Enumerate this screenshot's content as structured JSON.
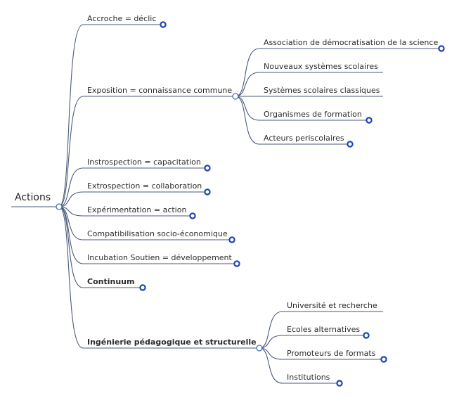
{
  "root": {
    "label": "Actions"
  },
  "branches": [
    {
      "label": "Accroche = déclic",
      "bold": false,
      "collapsed": true
    },
    {
      "label": "Exposition = connaissance commune",
      "bold": false,
      "collapsed": false,
      "children": [
        {
          "label": "Association de démocratisation de la science",
          "collapsed": true
        },
        {
          "label": "Nouveaux systèmes scolaires",
          "collapsed": false
        },
        {
          "label": "Systèmes scolaires classiques",
          "collapsed": false
        },
        {
          "label": "Organismes de formation",
          "collapsed": true
        },
        {
          "label": "Acteurs periscolaires",
          "collapsed": true
        }
      ]
    },
    {
      "label": "Instrospection = capacitation",
      "bold": false,
      "collapsed": true
    },
    {
      "label": "Extrospection = collaboration",
      "bold": false,
      "collapsed": true
    },
    {
      "label": "Expérimentation = action",
      "bold": false,
      "collapsed": true
    },
    {
      "label": "Compatibilisation socio-économique",
      "bold": false,
      "collapsed": true
    },
    {
      "label": "Incubation Soutien = développement",
      "bold": false,
      "collapsed": true
    },
    {
      "label": "Continuum",
      "bold": true,
      "collapsed": true
    },
    {
      "label": "Ingénierie pédagogique et structurelle",
      "bold": true,
      "collapsed": false,
      "children": [
        {
          "label": "Université et recherche",
          "collapsed": false
        },
        {
          "label": "Ecoles alternatives",
          "collapsed": true
        },
        {
          "label": "Promoteurs de formats",
          "collapsed": true
        },
        {
          "label": "Institutions",
          "collapsed": true
        }
      ]
    }
  ],
  "colors": {
    "edge": "#4a5a7a",
    "collapse_marker": "#1f44b5",
    "text": "#2b2b2b"
  }
}
